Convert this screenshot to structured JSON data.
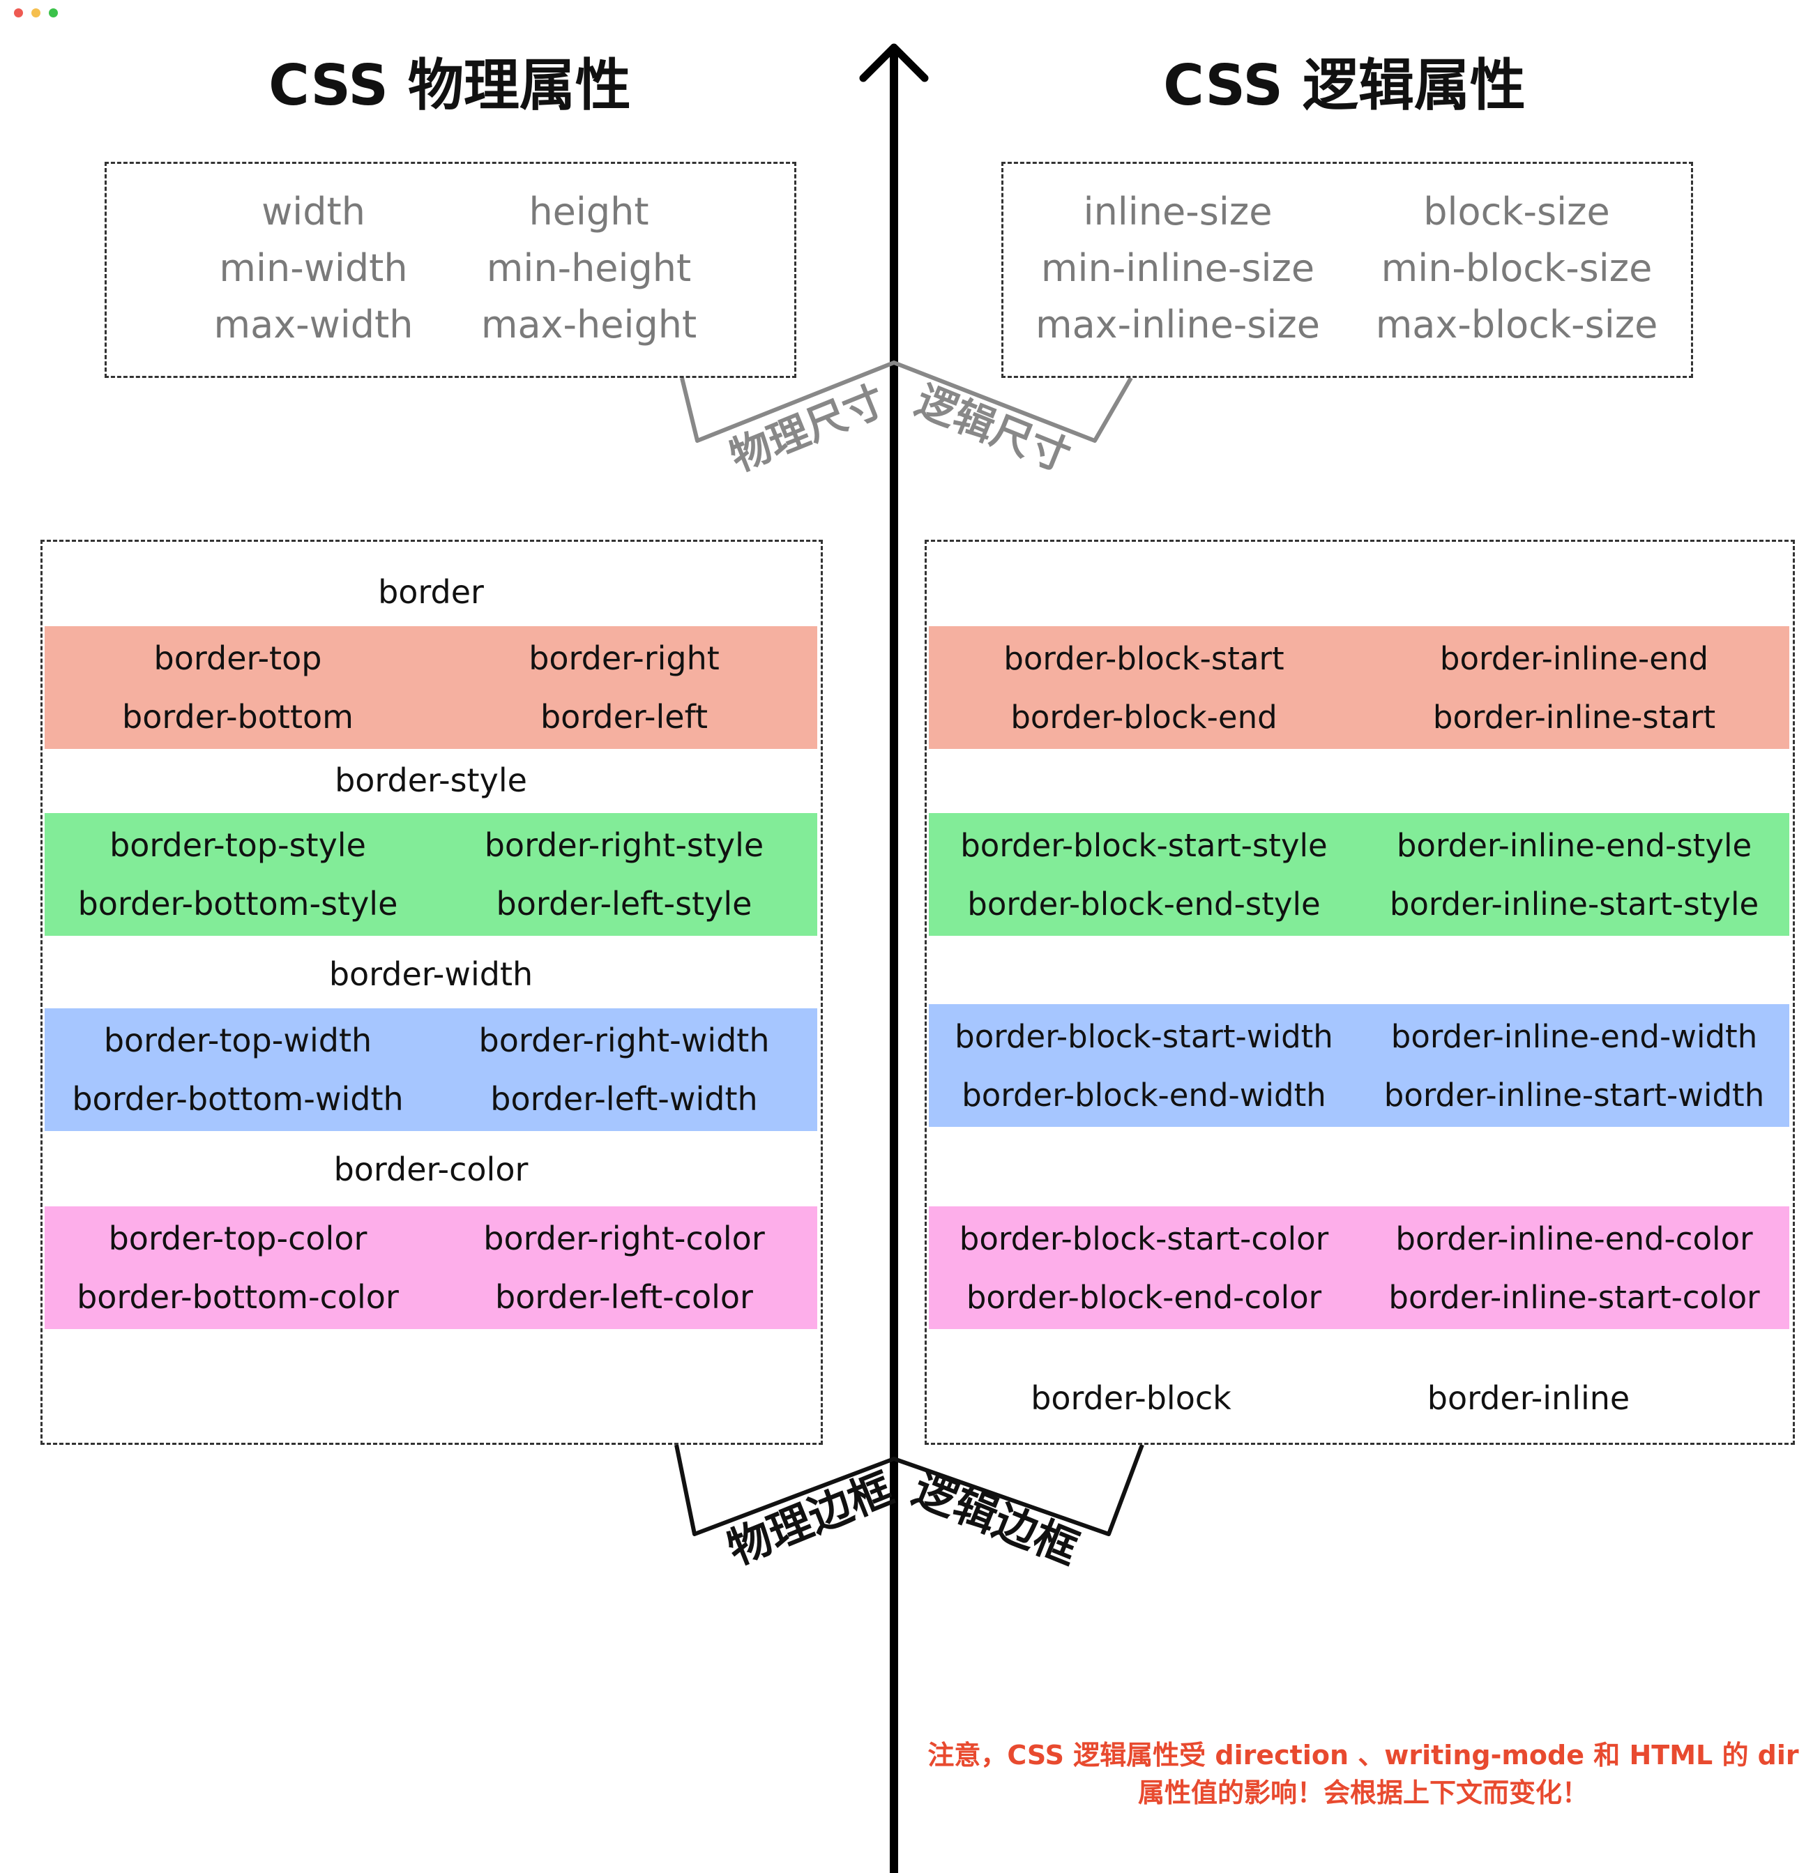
{
  "headings": {
    "left": "CSS 物理属性",
    "right": "CSS 逻辑属性"
  },
  "sizes": {
    "physical": [
      [
        "width",
        "height"
      ],
      [
        "min-width",
        "min-height"
      ],
      [
        "max-width",
        "max-height"
      ]
    ],
    "logical": [
      [
        "inline-size",
        "block-size"
      ],
      [
        "min-inline-size",
        "min-block-size"
      ],
      [
        "max-inline-size",
        "max-block-size"
      ]
    ]
  },
  "labels": {
    "physical_size": "物理尺寸",
    "logical_size": "逻辑尺寸",
    "physical_border": "物理边框",
    "logical_border": "逻辑边框"
  },
  "physical_border": {
    "border": "border",
    "sides": [
      [
        "border-top",
        "border-right"
      ],
      [
        "border-bottom",
        "border-left"
      ]
    ],
    "style_title": "border-style",
    "style": [
      [
        "border-top-style",
        "border-right-style"
      ],
      [
        "border-bottom-style",
        "border-left-style"
      ]
    ],
    "width_title": "border-width",
    "width": [
      [
        "border-top-width",
        "border-right-width"
      ],
      [
        "border-bottom-width",
        "border-left-width"
      ]
    ],
    "color_title": "border-color",
    "color": [
      [
        "border-top-color",
        "border-right-color"
      ],
      [
        "border-bottom-color",
        "border-left-color"
      ]
    ]
  },
  "logical_border": {
    "sides": [
      [
        "border-block-start",
        "border-inline-end"
      ],
      [
        "border-block-end",
        "border-inline-start"
      ]
    ],
    "style": [
      [
        "border-block-start-style",
        "border-inline-end-style"
      ],
      [
        "border-block-end-style",
        "border-inline-start-style"
      ]
    ],
    "width": [
      [
        "border-block-start-width",
        "border-inline-end-width"
      ],
      [
        "border-block-end-width",
        "border-inline-start-width"
      ]
    ],
    "color": [
      [
        "border-block-start-color",
        "border-inline-end-color"
      ],
      [
        "border-block-end-color",
        "border-inline-start-color"
      ]
    ],
    "shorthand": [
      "border-block",
      "border-inline"
    ]
  },
  "note": {
    "line1": "注意，CSS 逻辑属性受 direction 、writing-mode 和 HTML 的 dir",
    "line2": "属性值的影响！会根据上下文而变化！"
  },
  "colors": {
    "salmon": "#f5b0a0",
    "green": "#82ec98",
    "blue": "#a6c6ff",
    "pink": "#fdaeea",
    "note": "#e84a2f",
    "gray_text": "#7a7a7a"
  }
}
